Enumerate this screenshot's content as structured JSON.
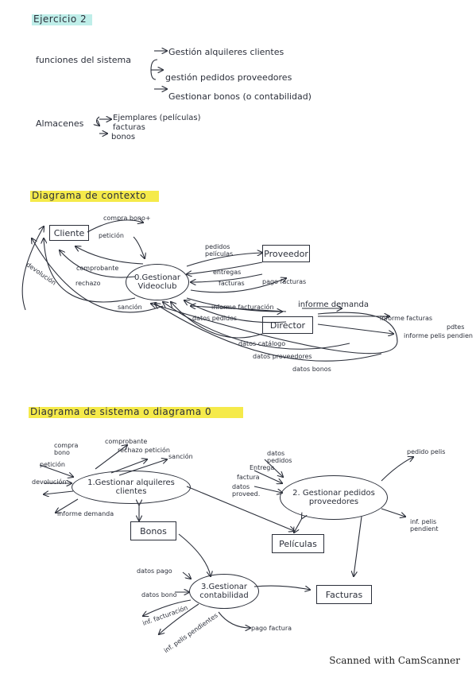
{
  "header": {
    "title": "Ejercicio 2"
  },
  "section1": {
    "functions_label": "funciones del sistema",
    "functions": [
      "Gestión alquileres clientes",
      "gestión pedidos proveedores",
      "Gestionar bonos (o contabilidad)"
    ],
    "stores_label": "Almacenes",
    "stores": [
      "Ejemplares (películas)",
      "facturas",
      "bonos"
    ]
  },
  "context_diagram": {
    "title": "Diagrama de contexto",
    "process": "0.Gestionar Videoclub",
    "entities": {
      "client": "Cliente",
      "supplier": "Proveedor",
      "director": "Director"
    },
    "flows": {
      "compra bono": "compra bono+",
      "peticion": "petición",
      "comprobante": "comprobante",
      "rechazo": "rechazo",
      "devolucion": "devolución",
      "sancion": "sanción",
      "pedidos": "pedidos películas",
      "entregas": "entregas",
      "facturas": "facturas",
      "pago": "pago facturas",
      "informe_req": "informe facturación",
      "informe_dem": "informe demanda",
      "datos_ped": "datos pedidos",
      "datos_cat": "datos catálogo",
      "datos_prov": "datos proveedores",
      "datos_bonos": "datos bonos",
      "informe_facturas": "informe facturas",
      "pelis_pend": "informe pelis pendien",
      "informe_facturas_2": "pdtes"
    }
  },
  "level0_diagram": {
    "title": "Diagrama de sistema o diagrama 0",
    "p1": "1.Gestionar alquileres clientes",
    "p2": "2. Gestionar pedidos proveedores",
    "p3": "3.Gestionar contabilidad",
    "stores": {
      "bonos": "Bonos",
      "peliculas": "Películas",
      "facturas": "Facturas"
    },
    "flows": {
      "compra_bono": "compra bono",
      "comprobante": "comprobante",
      "rechazo": "rechazo petición",
      "sancion": "sanción",
      "peticion": "petición",
      "devolucion": "devolución",
      "informe_demanda": "informe demanda",
      "datos_ped": "datos pedidos",
      "entrega": "Entrega",
      "factura": "factura",
      "datos_prov": "datos proveed.",
      "pedido_pelis": "pedido pelis",
      "inf_pelis": "inf. pelis pendient",
      "datos_pago": "datos pago",
      "datos_bono": "datos bono",
      "inf_fact": "inf. facturación",
      "inf_pendientes": "inf. pelis pendientes",
      "pago_factura": "pago factura"
    }
  },
  "footer": {
    "scanner": "Scanned with CamScanner"
  }
}
